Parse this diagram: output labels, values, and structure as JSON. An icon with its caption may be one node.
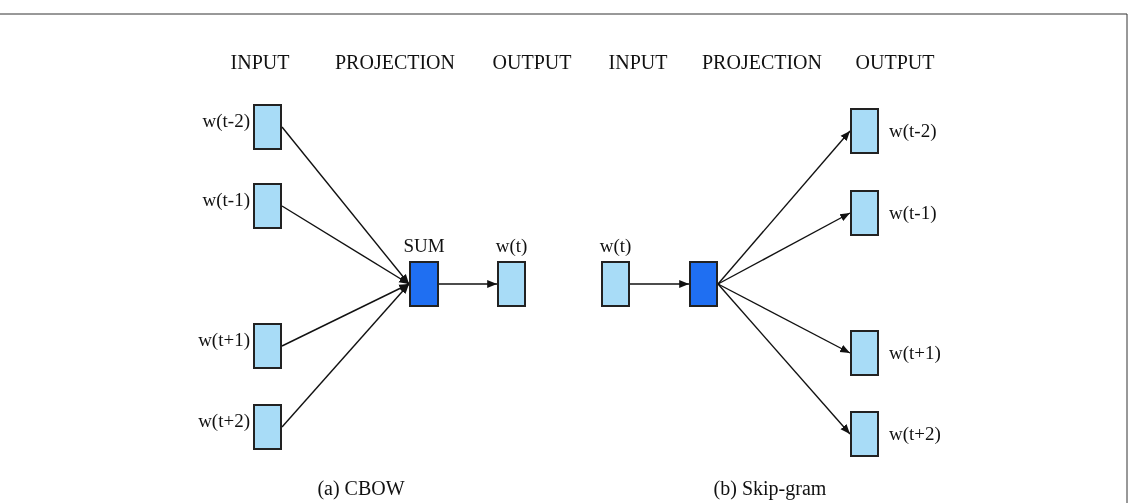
{
  "diagram": {
    "nodes": [
      {
        "text": [
          "w(t-2)"
        ]
      },
      {
        "text": [
          "w(t-1)"
        ]
      },
      {
        "text": [
          "w(t+1)"
        ]
      },
      {
        "text": [
          "w(t+2)"
        ]
      },
      {
        "text": [
          "SUM"
        ]
      },
      {
        "text": [
          "w(t)"
        ]
      },
      {
        "text": [
          "w(t)"
        ]
      },
      {
        "text": [],
        "shape": "box"
      },
      {
        "text": [
          "w(t-2)"
        ]
      },
      {
        "text": [
          "w(t-1)"
        ]
      },
      {
        "text": [
          "w(t+1)"
        ]
      },
      {
        "text": [
          "w(t+2)"
        ]
      }
    ],
    "edges": [
      {
        "from": 0,
        "to": 4,
        "arrow": "to"
      },
      {
        "from": 1,
        "to": 4,
        "arrow": "to"
      },
      {
        "from": 2,
        "to": 4,
        "arrow": "to"
      },
      {
        "from": 3,
        "to": 4,
        "arrow": "to"
      },
      {
        "from": 4,
        "to": 5,
        "arrow": "to"
      },
      {
        "from": 6,
        "to": 7,
        "arrow": "to"
      },
      {
        "from": 7,
        "to": 8,
        "arrow": "to"
      },
      {
        "from": 7,
        "to": 9,
        "arrow": "to"
      },
      {
        "from": 7,
        "to": 10,
        "arrow": "to"
      },
      {
        "from": 7,
        "to": 11,
        "arrow": "to"
      }
    ],
    "labels": [
      "INPUT",
      "PROJECTION",
      "OUTPUT",
      "INPUT",
      "PROJECTION",
      "OUTPUT",
      "(a) CBOW",
      "(b) Skip-gram"
    ]
  }
}
